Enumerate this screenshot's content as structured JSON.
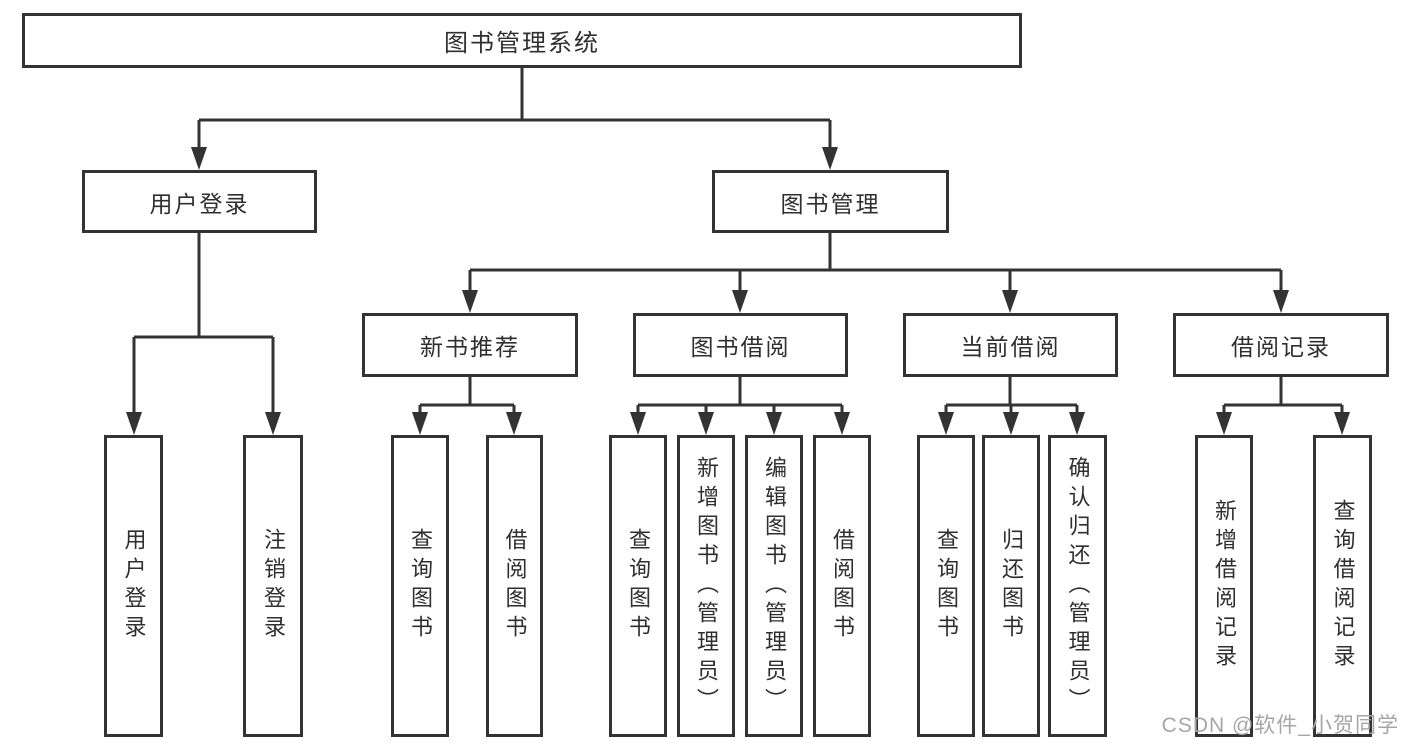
{
  "diagram": {
    "root": {
      "label": "图书管理系统"
    },
    "branches": [
      {
        "label": "用户登录",
        "children": [
          {
            "label": "用户登录"
          },
          {
            "label": "注销登录"
          }
        ]
      },
      {
        "label": "图书管理",
        "children": [
          {
            "label": "新书推荐",
            "children": [
              {
                "label": "查询图书"
              },
              {
                "label": "借阅图书"
              }
            ]
          },
          {
            "label": "图书借阅",
            "children": [
              {
                "label": "查询图书"
              },
              {
                "label": "新增图书（管理员）"
              },
              {
                "label": "编辑图书（管理员）"
              },
              {
                "label": "借阅图书"
              }
            ]
          },
          {
            "label": "当前借阅",
            "children": [
              {
                "label": "查询图书"
              },
              {
                "label": "归还图书"
              },
              {
                "label": "确认归还（管理员）"
              }
            ]
          },
          {
            "label": "借阅记录",
            "children": [
              {
                "label": "新增借阅记录"
              },
              {
                "label": "查询借阅记录"
              }
            ]
          }
        ]
      }
    ]
  },
  "watermark": "CSDN @软件_小贺同学",
  "colors": {
    "line": "#333333",
    "text": "#2f2f2f",
    "watermark": "#a6a6a6",
    "background": "#ffffff"
  }
}
